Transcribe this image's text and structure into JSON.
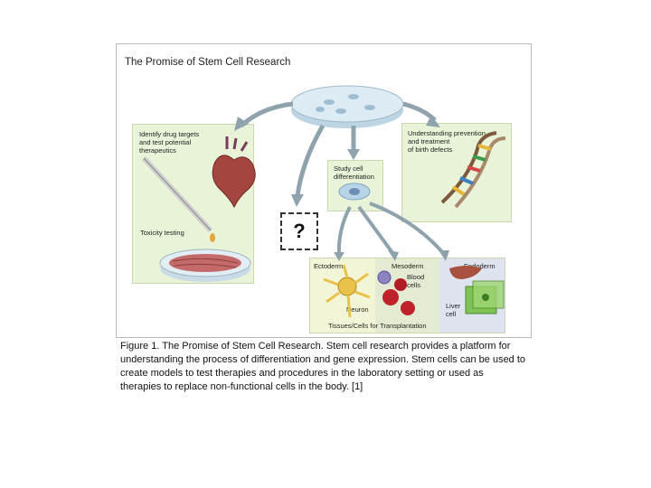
{
  "figure": {
    "title": "The Promise of Stem Cell Research",
    "labels": {
      "drug_targets": "Identify drug targets\nand test potential\ntherapeutics",
      "toxicity": "Toxicity testing",
      "birth_defects": "Understanding prevention\nand treatment\nof birth defects",
      "differentiation": "Study cell\ndifferentiation",
      "question": "?",
      "ectoderm": "Ectoderm",
      "mesoderm": "Mesoderm",
      "endoderm": "Endoderm",
      "blood_cells": "Blood\ncells",
      "neuron": "Neuron",
      "liver_cell": "Liver\ncell",
      "transplantation": "Tissues/Cells for Transplantation"
    },
    "colors": {
      "panel_bg": "#e9f3d8",
      "dish": "#cfe3ef",
      "arrow": "#8fa3ad",
      "heart": "#a4463f",
      "neuron": "#e8c24a",
      "blood": "#c0222b",
      "liver": "#a7513e",
      "liver_cell": "#7fc256"
    }
  },
  "caption": "Figure 1. The Promise of Stem Cell Research. Stem cell research provides a platform for understanding the process of differentiation and gene expression. Stem cells can be used to create models to test therapies and procedures in the laboratory setting or used as therapies to replace non-functional cells in the body. [1]"
}
